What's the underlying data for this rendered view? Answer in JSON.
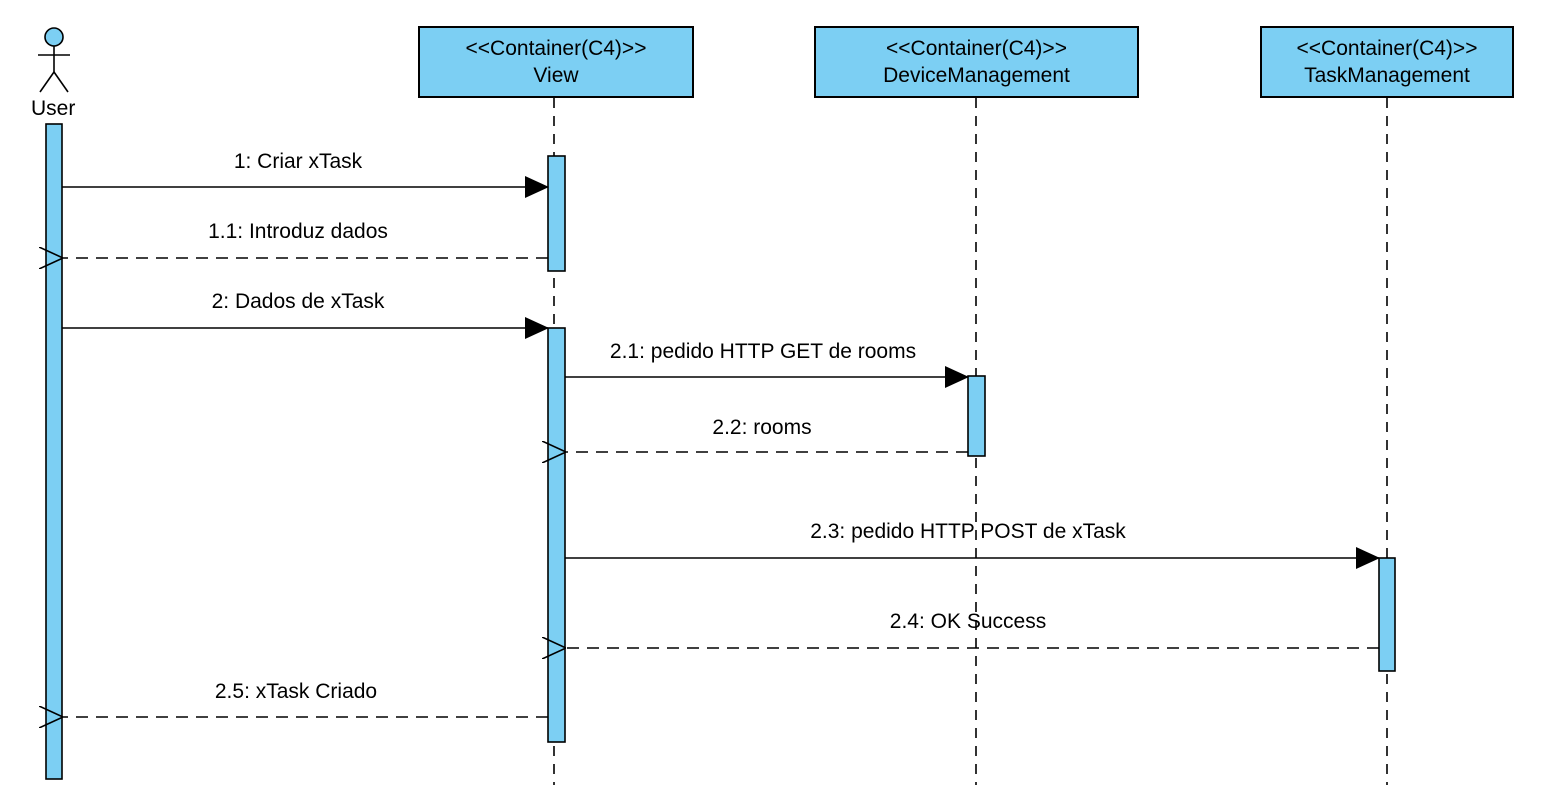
{
  "actor": {
    "label": "User"
  },
  "participants": [
    {
      "id": "view",
      "stereotype": "<<Container(C4)>>",
      "name": "View"
    },
    {
      "id": "device",
      "stereotype": "<<Container(C4)>>",
      "name": "DeviceManagement"
    },
    {
      "id": "task",
      "stereotype": "<<Container(C4)>>",
      "name": "TaskManagement"
    }
  ],
  "messages": [
    {
      "label": "1: Criar xTask",
      "from": "User",
      "to": "View",
      "kind": "sync"
    },
    {
      "label": "1.1: Introduz dados",
      "from": "View",
      "to": "User",
      "kind": "reply"
    },
    {
      "label": "2: Dados de xTask",
      "from": "User",
      "to": "View",
      "kind": "sync"
    },
    {
      "label": "2.1: pedido HTTP GET de rooms",
      "from": "View",
      "to": "DeviceManagement",
      "kind": "sync"
    },
    {
      "label": "2.2: rooms",
      "from": "DeviceManagement",
      "to": "View",
      "kind": "reply"
    },
    {
      "label": "2.3: pedido HTTP POST de xTask",
      "from": "View",
      "to": "TaskManagement",
      "kind": "sync"
    },
    {
      "label": "2.4: OK Success",
      "from": "TaskManagement",
      "to": "View",
      "kind": "reply"
    },
    {
      "label": "2.5: xTask Criado",
      "from": "View",
      "to": "User",
      "kind": "reply"
    }
  ],
  "colors": {
    "fill": "#7ccff3",
    "stroke": "#000000",
    "background": "#ffffff"
  }
}
